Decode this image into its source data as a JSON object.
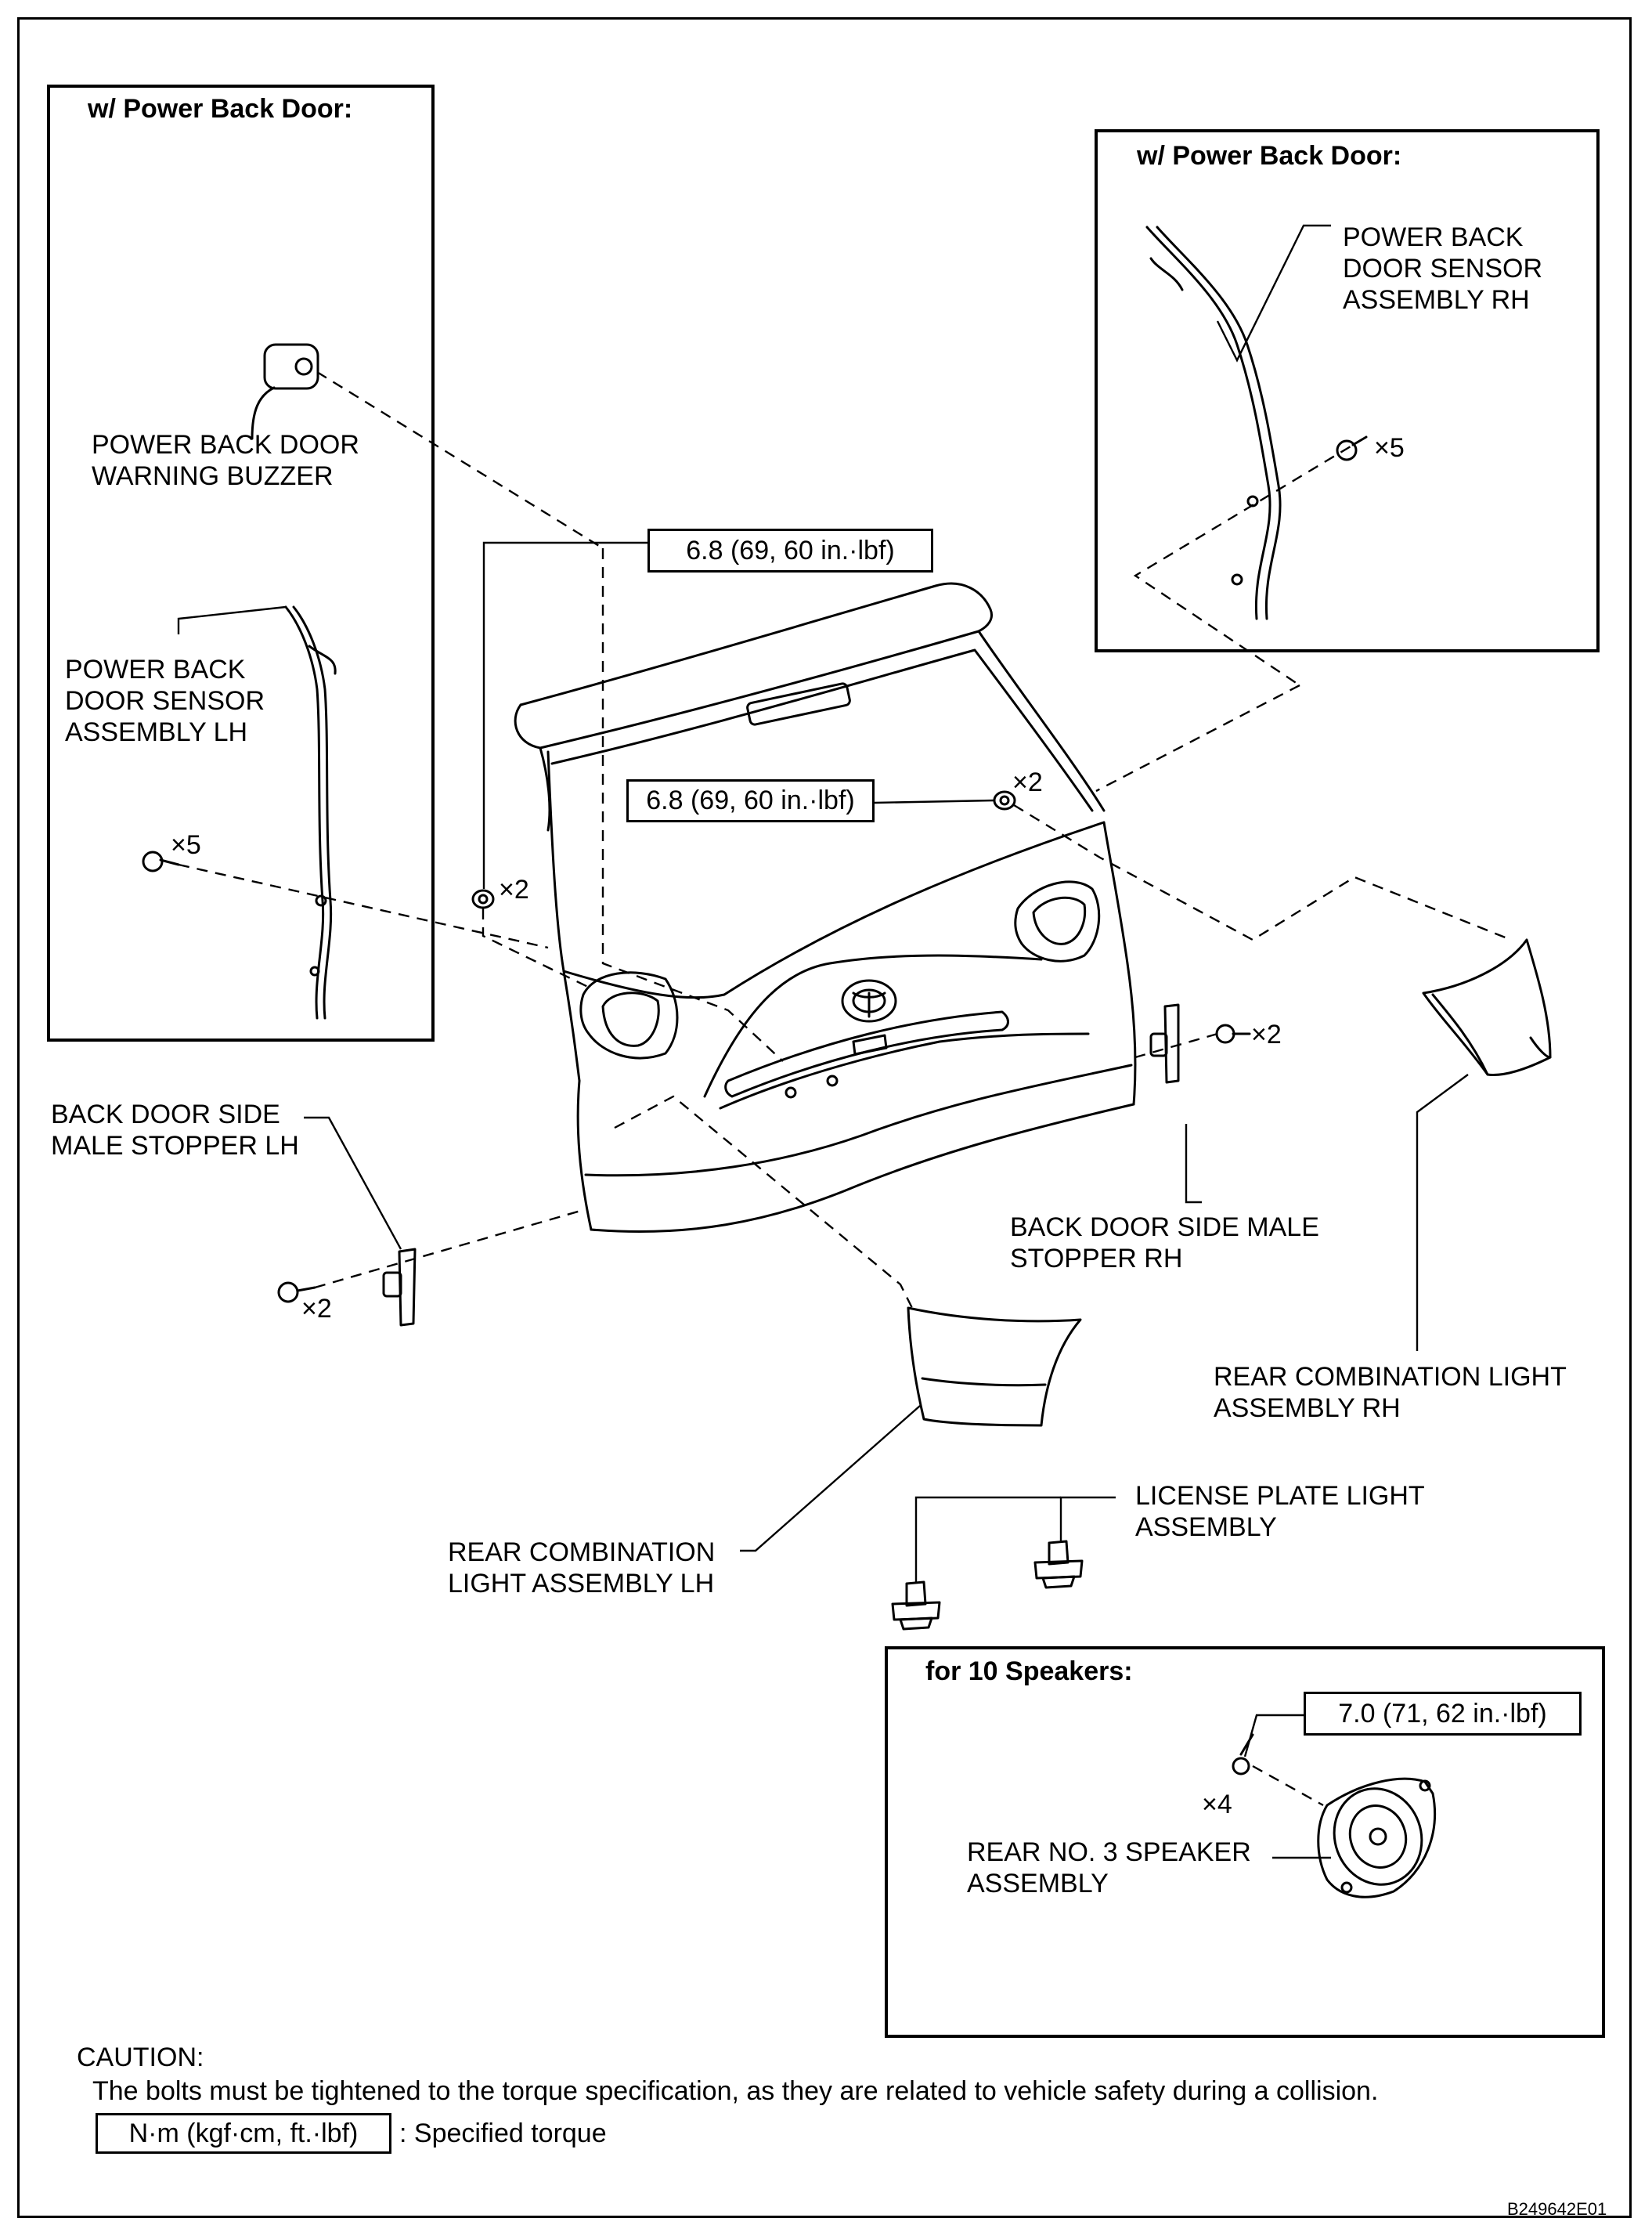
{
  "boxes": {
    "lh_power": {
      "title": "w/ Power Back Door:"
    },
    "rh_power": {
      "title": "w/ Power Back Door:"
    },
    "speakers": {
      "title": "for 10 Speakers:"
    }
  },
  "labels": {
    "buzzer": "POWER BACK DOOR\nWARNING BUZZER",
    "sensor_lh": "POWER BACK\nDOOR SENSOR\nASSEMBLY LH",
    "sensor_rh": "POWER BACK\nDOOR SENSOR\nASSEMBLY RH",
    "stopper_lh": "BACK DOOR SIDE\nMALE STOPPER LH",
    "stopper_rh": "BACK DOOR SIDE MALE\nSTOPPER RH",
    "rcl_rh": "REAR COMBINATION LIGHT\nASSEMBLY RH",
    "rcl_lh": "REAR COMBINATION\nLIGHT ASSEMBLY LH",
    "license": "LICENSE PLATE LIGHT\nASSEMBLY",
    "speaker": "REAR NO. 3 SPEAKER\nASSEMBLY"
  },
  "torques": {
    "top": "6.8 (69, 60 in.·lbf)",
    "mid": "6.8 (69, 60 in.·lbf)",
    "speaker": "7.0 (71, 62 in.·lbf)",
    "legend": "N·m (kgf·cm, ft.·lbf)"
  },
  "quantities": {
    "lh_sensor_bolts": "×5",
    "rh_sensor_bolts": "×5",
    "nut_left": "×2",
    "nut_right": "×2",
    "stopper_rh_bolts": "×2",
    "stopper_lh_bolts": "×2",
    "speaker_bolts": "×4"
  },
  "caution": {
    "heading": "CAUTION:",
    "text": "The bolts must be tightened to the torque specification, as they are related to vehicle safety during a collision.",
    "legend_suffix": ": Specified torque"
  },
  "ref_code": "B249642E01"
}
